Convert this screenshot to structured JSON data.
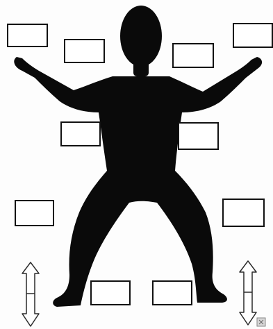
{
  "diagram": {
    "figure_color": "#0a0a0a",
    "box_border_color": "#111111",
    "boxes": [
      {
        "id": "box-1",
        "text": ""
      },
      {
        "id": "box-2",
        "text": ""
      },
      {
        "id": "box-3",
        "text": ""
      },
      {
        "id": "box-4",
        "text": ""
      },
      {
        "id": "box-5",
        "text": ""
      },
      {
        "id": "box-6",
        "text": ""
      },
      {
        "id": "box-7",
        "text": ""
      },
      {
        "id": "box-8",
        "text": ""
      },
      {
        "id": "box-9",
        "text": ""
      },
      {
        "id": "box-10",
        "text": ""
      }
    ],
    "arrows": [
      {
        "icon": "double-headed-vertical-arrow-icon"
      },
      {
        "icon": "double-headed-vertical-arrow-icon"
      }
    ],
    "figure_icon": "human-silhouette-icon"
  }
}
